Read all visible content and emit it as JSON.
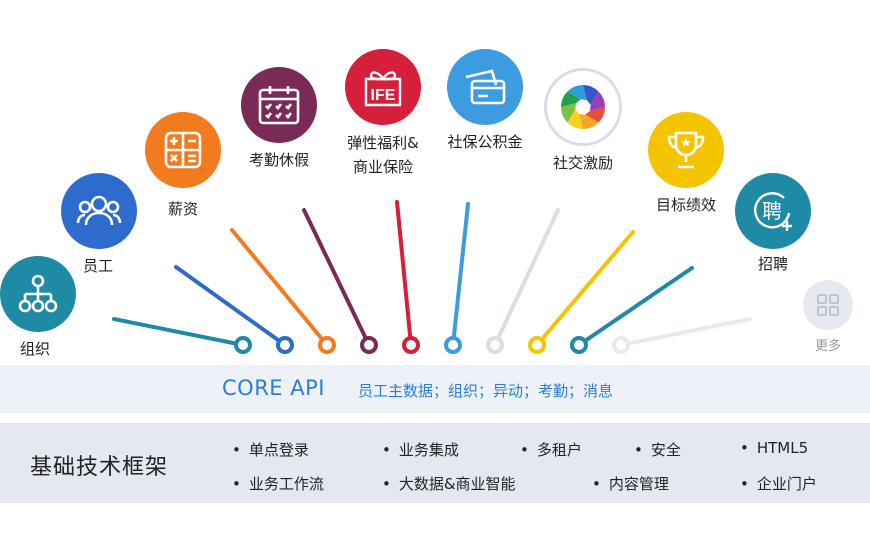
{
  "modules": [
    {
      "name": "组织",
      "color": "#1e8aa6",
      "icon": "org-chart-icon"
    },
    {
      "name": "员工",
      "color": "#2d6ccc",
      "icon": "people-icon"
    },
    {
      "name": "薪资",
      "color": "#f27a1f",
      "icon": "calculator-icon"
    },
    {
      "name": "考勤休假",
      "color": "#7a2a57",
      "icon": "calendar-icon"
    },
    {
      "name": "弹性福利&\n商业保险",
      "color": "#d61f3a",
      "icon": "gift-life-icon",
      "badge": "IFE"
    },
    {
      "name": "社保公积金",
      "color": "#3d9be0",
      "icon": "card-icon"
    },
    {
      "name": "社交激励",
      "color": "#d8dde6",
      "icon": "aperture-icon"
    },
    {
      "name": "目标绩效",
      "color": "#f5c400",
      "icon": "trophy-icon"
    },
    {
      "name": "招聘",
      "color": "#1e8aa6",
      "icon": "recruit-icon",
      "badge": "聘"
    },
    {
      "name": "更多",
      "color": "#e6e9ef",
      "icon": "grid-more-icon"
    }
  ],
  "core": {
    "title": "CORE API",
    "desc": "员工主数据；组织；异动；考勤；消息"
  },
  "base": {
    "title": "基础技术框架",
    "items": [
      "单点登录",
      "业务集成",
      "多租户",
      "安全",
      "HTML5",
      "业务工作流",
      "大数据&商业智能",
      "内容管理",
      "企业门户"
    ]
  }
}
